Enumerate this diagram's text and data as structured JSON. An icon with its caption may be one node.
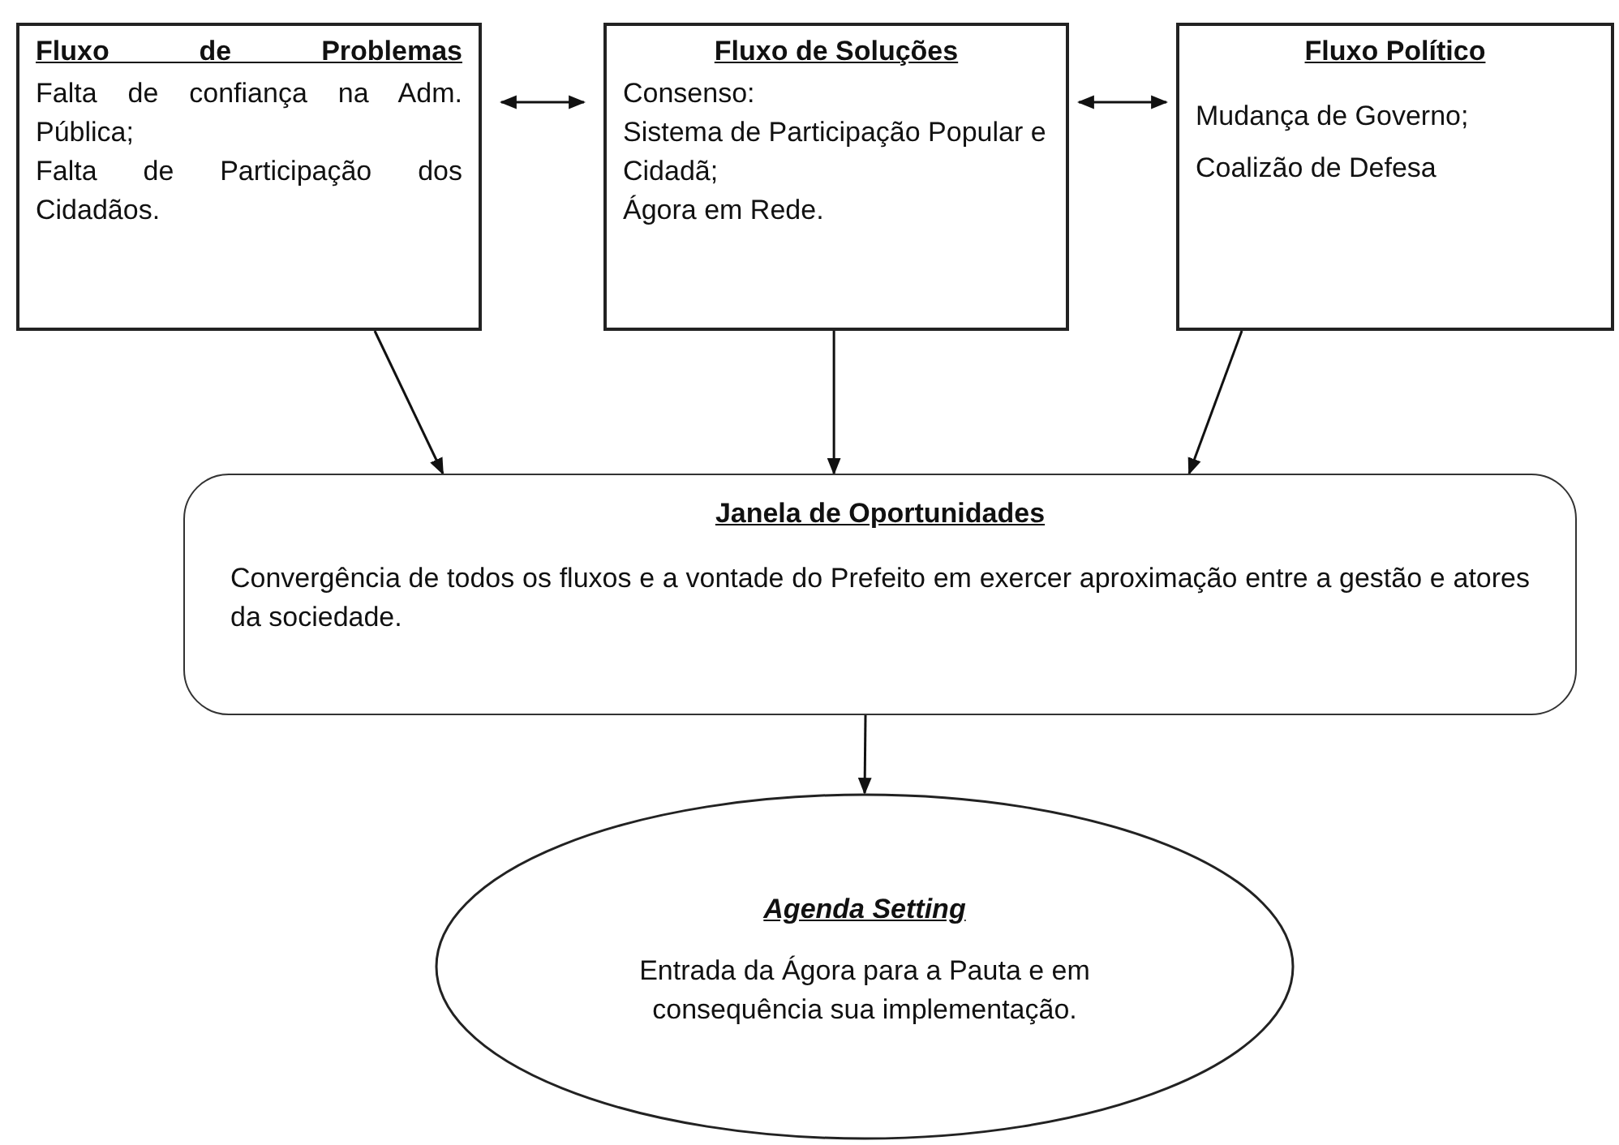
{
  "diagram": {
    "nodes": [
      {
        "text": [
          "Fluxo de Problemas",
          "Falta de confiança na Adm. Pública;",
          "Falta de Participação dos Cidadãos."
        ]
      },
      {
        "text": [
          "Fluxo de Soluções",
          "Consenso:",
          "Sistema de Participação Popular e Cidadã;",
          "Ágora em Rede."
        ]
      },
      {
        "text": [
          "Fluxo Político",
          "Mudança de Governo;",
          "Coalizão de Defesa"
        ]
      },
      {
        "text": [
          "Janela de Oportunidades",
          "Convergência de todos os fluxos e a vontade do Prefeito em exercer aproximação entre a gestão e atores da sociedade."
        ]
      },
      {
        "text": [
          "Agenda Setting",
          "Entrada da Ágora para a Pauta e em consequência sua implementação."
        ]
      }
    ],
    "edges": [
      {
        "from": 0,
        "to": 1,
        "arrow": "both"
      },
      {
        "from": 1,
        "to": 2,
        "arrow": "both"
      },
      {
        "from": 0,
        "to": 3,
        "arrow": "to"
      },
      {
        "from": 1,
        "to": 3,
        "arrow": "to"
      },
      {
        "from": 2,
        "to": 3,
        "arrow": "to"
      },
      {
        "from": 3,
        "to": 4,
        "arrow": "to"
      }
    ]
  }
}
